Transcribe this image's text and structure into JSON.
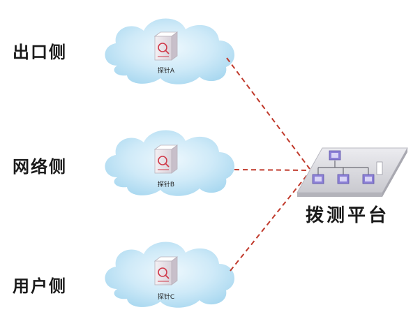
{
  "sides": {
    "exit": "出口侧",
    "network": "网络侧",
    "user": "用户侧"
  },
  "probes": {
    "a": "探针A",
    "b": "探针B",
    "c": "探针C"
  },
  "platform": {
    "label": "拨测平台"
  },
  "colors": {
    "cloud_fill": "#bfe3f5",
    "cloud_fill_light": "#e6f5fc",
    "link_dash": "#c0392b",
    "probe_body": "#e9e4ea",
    "probe_accent": "#d03a4a",
    "platform_base": "#d8d8dc",
    "platform_node": "#8b7fd6"
  },
  "icons": {
    "probe": "probe-server-icon",
    "platform": "network-topology-icon"
  }
}
